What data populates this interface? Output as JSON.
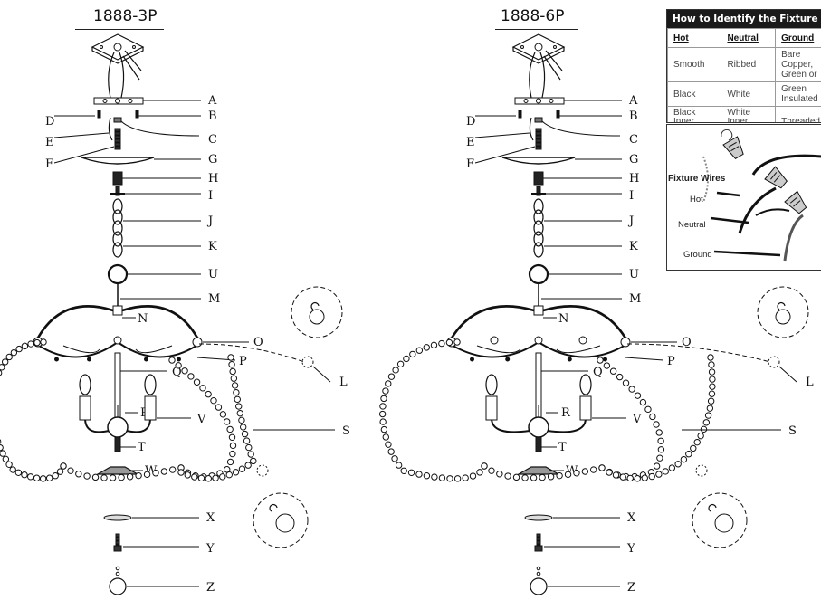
{
  "diagram_left": {
    "title": "1888-3P"
  },
  "diagram_right": {
    "title": "1888-6P"
  },
  "labels": [
    "A",
    "B",
    "C",
    "D",
    "E",
    "F",
    "G",
    "H",
    "I",
    "J",
    "K",
    "U",
    "M",
    "N",
    "O",
    "P",
    "Q",
    "L",
    "R",
    "V",
    "S",
    "T",
    "W",
    "X",
    "Y",
    "Z"
  ],
  "wiring_table": {
    "header": "How to Identify the Fixture Wires",
    "columns": [
      "Hot",
      "Neutral",
      "Ground"
    ],
    "rows": [
      [
        "Smooth",
        "Ribbed",
        "Bare Copper, Green or"
      ],
      [
        "Black",
        "White",
        "Green Insulated"
      ],
      [
        "Black Inner Thread",
        "White Inner Thread",
        "Threaded"
      ]
    ]
  },
  "connector": {
    "title": "Fixture Wires",
    "wires": [
      "Hot",
      "Neutral",
      "Ground"
    ]
  }
}
